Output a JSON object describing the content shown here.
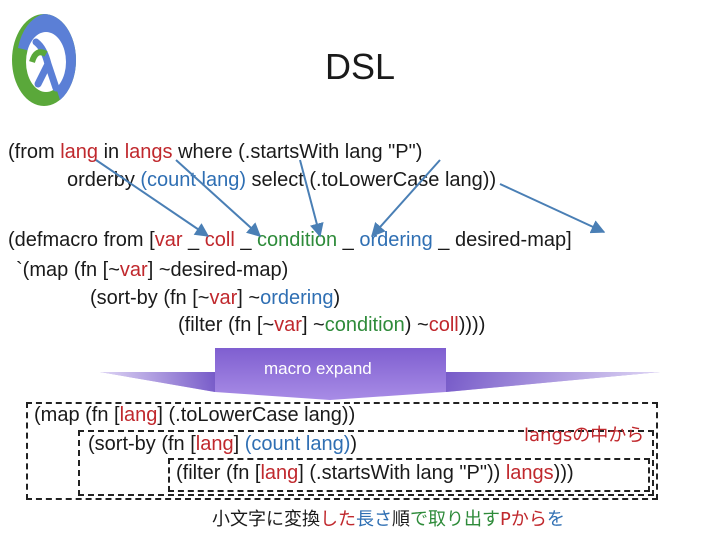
{
  "slide": {
    "title": "DSL",
    "logo": "clojure-logo-icon",
    "query": {
      "line1": [
        {
          "t": "(from ",
          "c": "dark"
        },
        {
          "t": "lang",
          "c": "red"
        },
        {
          "t": " in ",
          "c": "dark"
        },
        {
          "t": "langs",
          "c": "red"
        },
        {
          "t": " where ",
          "c": "dark"
        },
        {
          "t": "(.startsWith lang \"P\")",
          "c": "dark"
        }
      ],
      "line2": [
        {
          "t": "orderby ",
          "c": "dark"
        },
        {
          "t": "(count lang)",
          "c": "blue"
        },
        {
          "t": " select ",
          "c": "dark"
        },
        {
          "t": "(.toLowerCase lang))",
          "c": "dark"
        }
      ]
    },
    "macro": {
      "line1": [
        {
          "t": "(defmacro from [",
          "c": "dark"
        },
        {
          "t": "var",
          "c": "red"
        },
        {
          "t": " _ ",
          "c": "dark"
        },
        {
          "t": "coll",
          "c": "red"
        },
        {
          "t": " _ ",
          "c": "dark"
        },
        {
          "t": "condition",
          "c": "green"
        },
        {
          "t": " _ ",
          "c": "dark"
        },
        {
          "t": "ordering",
          "c": "blue"
        },
        {
          "t": " _ desired-map]",
          "c": "dark"
        }
      ],
      "line2": [
        {
          "t": "`(map (fn [~",
          "c": "dark"
        },
        {
          "t": "var",
          "c": "red"
        },
        {
          "t": "] ~desired-map)",
          "c": "dark"
        }
      ],
      "line3": [
        {
          "t": "(sort-by (fn [~",
          "c": "dark"
        },
        {
          "t": "var",
          "c": "red"
        },
        {
          "t": "] ~",
          "c": "dark"
        },
        {
          "t": "ordering",
          "c": "blue"
        },
        {
          "t": ")",
          "c": "dark"
        }
      ],
      "line4": [
        {
          "t": "(filter (fn [~",
          "c": "dark"
        },
        {
          "t": "var",
          "c": "red"
        },
        {
          "t": "] ~",
          "c": "dark"
        },
        {
          "t": "condition",
          "c": "green"
        },
        {
          "t": ") ~",
          "c": "dark"
        },
        {
          "t": "coll",
          "c": "red"
        },
        {
          "t": "))))",
          "c": "dark"
        }
      ]
    },
    "banner_label": "macro expand",
    "expanded": {
      "line1": [
        {
          "t": "(map (fn [",
          "c": "dark"
        },
        {
          "t": "lang",
          "c": "red"
        },
        {
          "t": "] (.toLowerCase lang))",
          "c": "dark"
        }
      ],
      "line2": [
        {
          "t": "(sort-by (fn [",
          "c": "dark"
        },
        {
          "t": "lang",
          "c": "red"
        },
        {
          "t": "] ",
          "c": "dark"
        },
        {
          "t": "(count lang)",
          "c": "blue"
        },
        {
          "t": ")",
          "c": "dark"
        }
      ],
      "line3": [
        {
          "t": "(filter (fn [",
          "c": "dark"
        },
        {
          "t": "lang",
          "c": "red"
        },
        {
          "t": "] (.startsWith lang \"P\")) ",
          "c": "dark"
        },
        {
          "t": "langs",
          "c": "red"
        },
        {
          "t": ")))",
          "c": "dark"
        }
      ]
    },
    "annotations": {
      "langs_from": "langsの中から",
      "bottom": [
        {
          "t": "小文字に変換",
          "c": "dark"
        },
        {
          "t": "した",
          "c": "red"
        },
        {
          "t": "長さ",
          "c": "blue"
        },
        {
          "t": "順",
          "c": "dark"
        },
        {
          "t": "で取り出す",
          "c": "green"
        },
        {
          "t": "Pから",
          "c": "red"
        },
        {
          "t": "を",
          "c": "blue"
        }
      ]
    },
    "colors": {
      "red": "#c0282d",
      "green": "#2e8b3a",
      "blue": "#2f6fb3",
      "arrow": "#4a7fb5",
      "banner_light": "#c8c8f0",
      "banner_dark": "#6a4fc0"
    }
  }
}
